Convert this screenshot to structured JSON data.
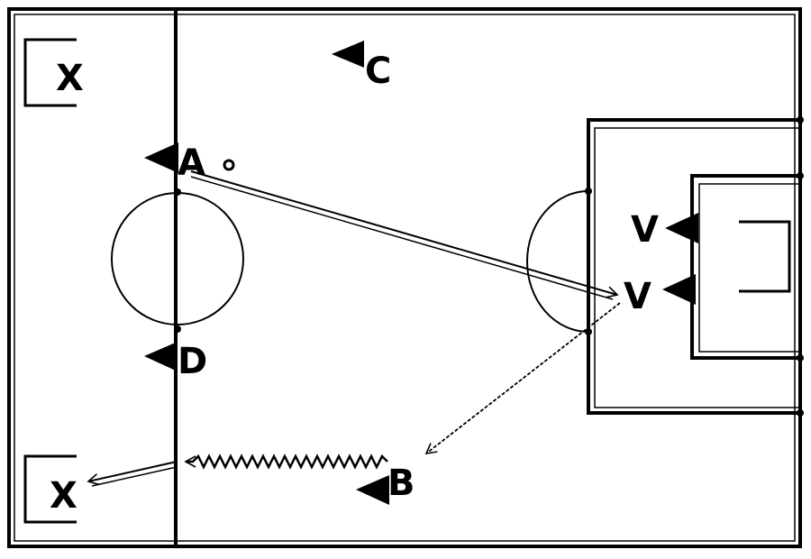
{
  "players": {
    "a": "A",
    "b": "B",
    "c": "C",
    "d": "D",
    "v_top": "V",
    "v_bottom": "V"
  },
  "goals": {
    "top_left": "X",
    "bottom_left": "X"
  },
  "colors": {
    "ink": "#000000",
    "pass_line": "#555555",
    "background": "#ffffff"
  },
  "icons": {
    "player": "player-triangle-icon",
    "ball": "ball-icon"
  }
}
